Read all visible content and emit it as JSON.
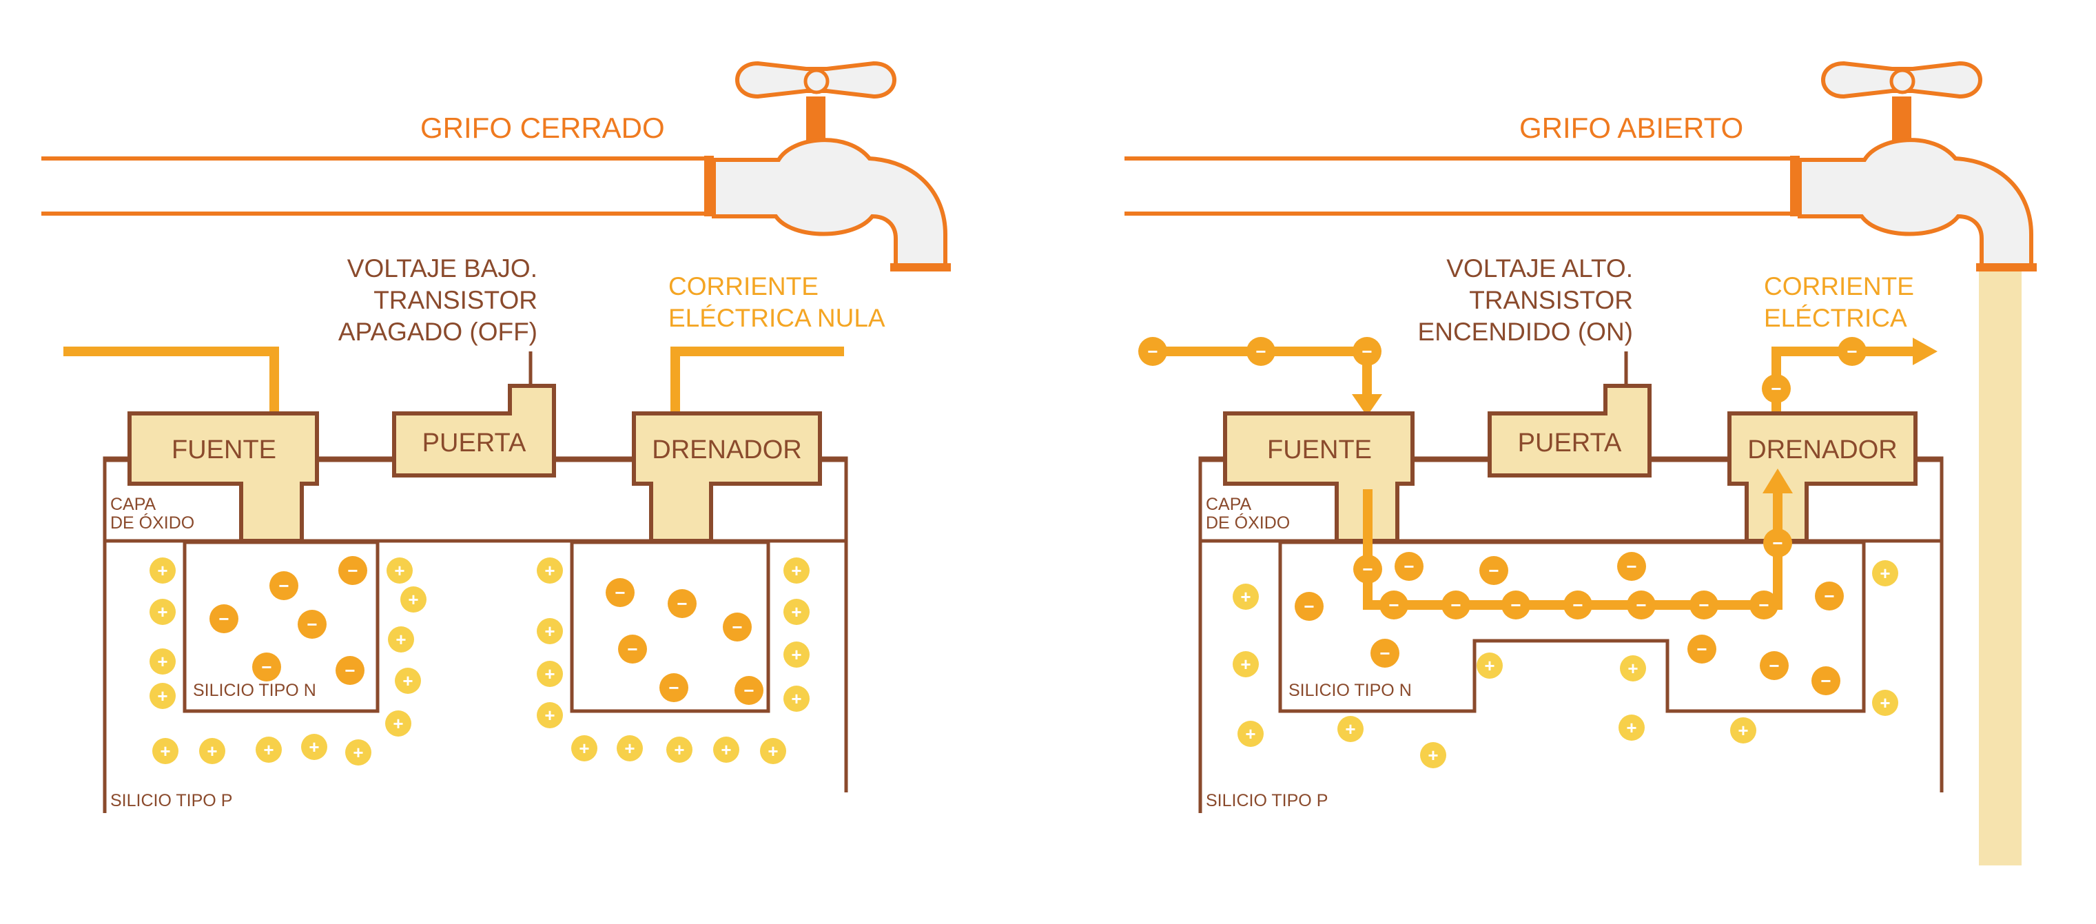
{
  "colors": {
    "orange": "#EF7A1F",
    "amber": "#F4A523",
    "yellow": "#F7D04A",
    "beige": "#F6E3AE",
    "brown": "#8A4A2C",
    "faucet_fill": "#F1F1F1",
    "water": "#F6E3AE"
  },
  "icons": [
    "faucet-closed-icon",
    "faucet-open-icon",
    "electron-icon",
    "hole-icon",
    "arrow-icon"
  ],
  "closed": {
    "title": "GRIFO CERRADO",
    "gate_note": [
      "VOLTAJE BAJO.",
      "TRANSISTOR",
      "APAGADO (OFF)"
    ],
    "current_note": [
      "CORRIENTE",
      "ELÉCTRICA NULA"
    ],
    "source": "FUENTE",
    "gate": "PUERTA",
    "drain": "DRENADOR",
    "oxide": [
      "CAPA",
      "DE ÓXIDO"
    ],
    "n_type": "SILICIO TIPO N",
    "p_type": "SILICIO TIPO P"
  },
  "open": {
    "title": "GRIFO ABIERTO",
    "gate_note": [
      "VOLTAJE ALTO.",
      "TRANSISTOR",
      "ENCENDIDO (ON)"
    ],
    "current_note": [
      "CORRIENTE",
      "ELÉCTRICA"
    ],
    "source": "FUENTE",
    "gate": "PUERTA",
    "drain": "DRENADOR",
    "oxide": [
      "CAPA",
      "DE ÓXIDO"
    ],
    "n_type": "SILICIO TIPO N",
    "p_type": "SILICIO TIPO P"
  },
  "signs": {
    "electron": "−",
    "hole": "+"
  }
}
